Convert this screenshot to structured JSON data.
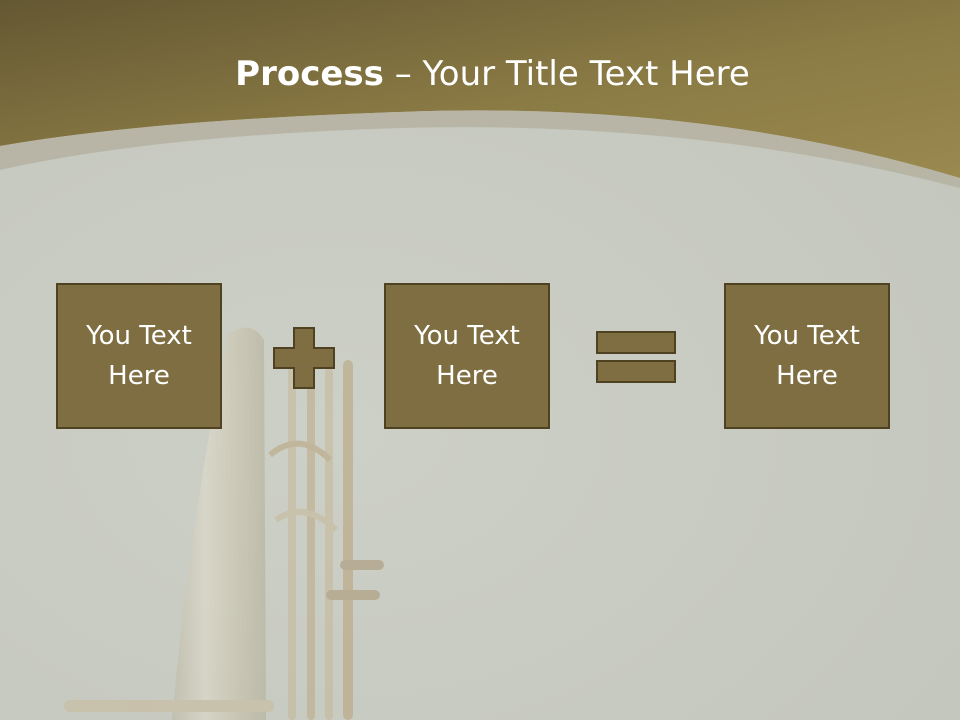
{
  "slide": {
    "title_bold": "Process",
    "title_dash": " – ",
    "title_rest": "Your Title Text Here"
  },
  "process": {
    "boxes": [
      {
        "text": "You Text Here"
      },
      {
        "text": "You Text Here"
      },
      {
        "text": "You Text Here"
      }
    ],
    "operators": [
      "plus-icon",
      "equals-icon"
    ]
  },
  "colors": {
    "header_band": "#8a7a44",
    "box_fill": "#7e6e42",
    "box_border": "#4e4222",
    "background": "#c9ccc3",
    "text": "#ffffff"
  }
}
